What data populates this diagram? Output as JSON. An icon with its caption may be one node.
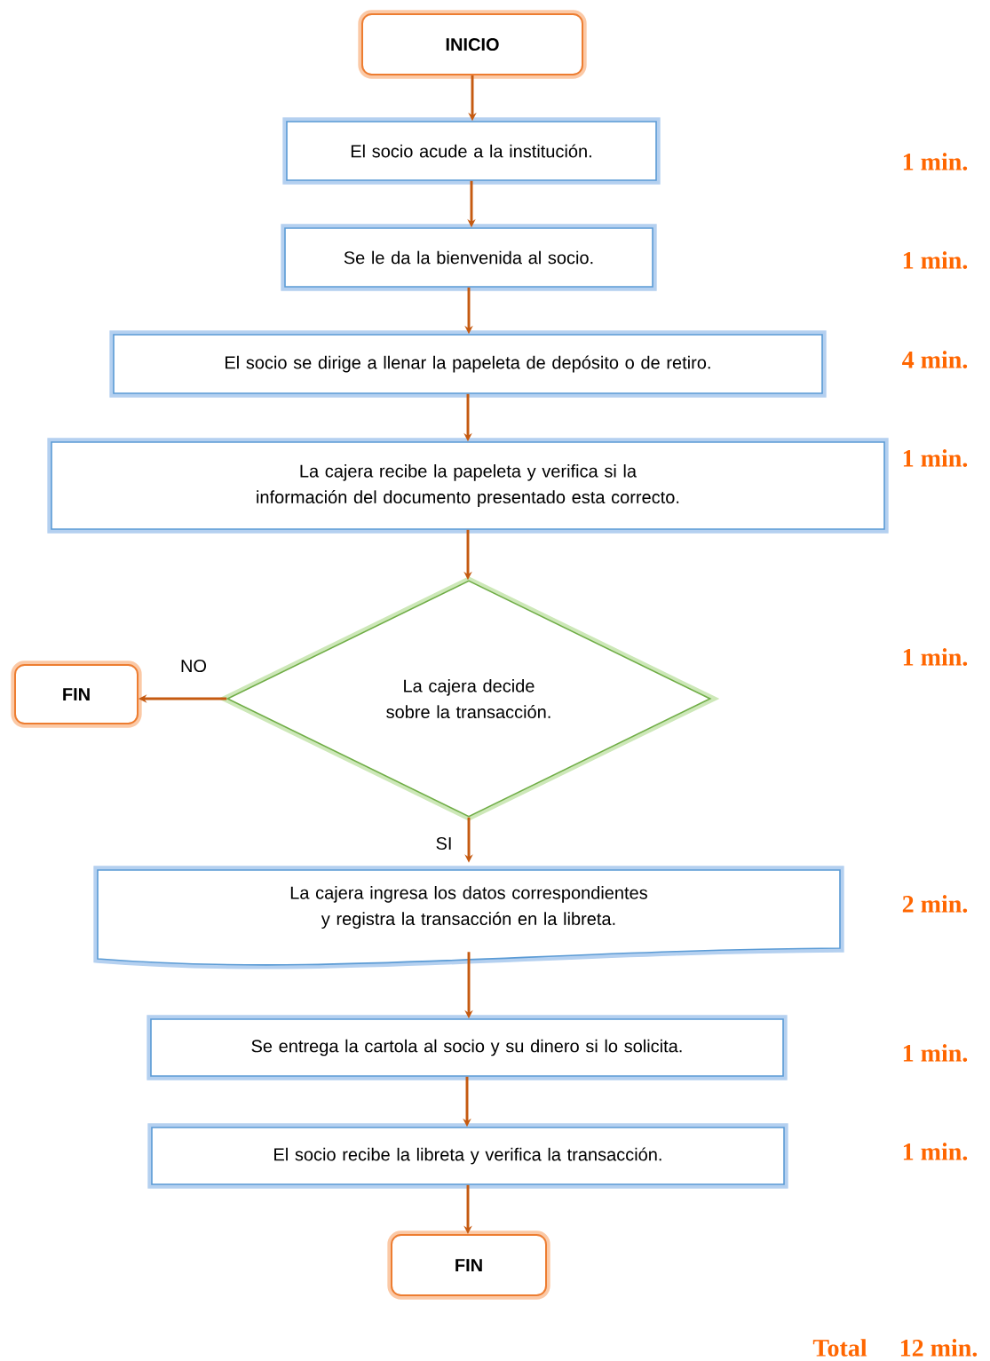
{
  "diagram": {
    "nodes": [
      {
        "text": [
          "INICIO"
        ]
      },
      {
        "text": [
          "El socio acude a la institución."
        ]
      },
      {
        "text": [
          "Se le da la bienvenida al socio."
        ]
      },
      {
        "text": [
          "El socio se dirige a llenar la papeleta de depósito o de retiro."
        ]
      },
      {
        "text": [
          "La cajera recibe la papeleta y verifica si la información del documento presentado esta correcto."
        ]
      },
      {
        "text": [
          "La cajera decide sobre la transacción."
        ]
      },
      {
        "text": [
          "FIN"
        ]
      },
      {
        "text": [
          "La cajera ingresa los datos correspondientes y registra la transacción en la libreta."
        ]
      },
      {
        "text": [
          "Se entrega la cartola al socio y su dinero si lo solicita."
        ]
      },
      {
        "text": [
          "El socio recibe la libreta y verifica la transacción."
        ]
      },
      {
        "text": [
          "FIN"
        ]
      }
    ],
    "edges": [
      {
        "from": 0,
        "to": 1,
        "arrow": "to"
      },
      {
        "from": 1,
        "to": 2,
        "arrow": "to"
      },
      {
        "from": 2,
        "to": 3,
        "arrow": "to"
      },
      {
        "from": 3,
        "to": 4,
        "arrow": "to"
      },
      {
        "from": 4,
        "to": 5,
        "arrow": "to"
      },
      {
        "from": 5,
        "to": 6,
        "arrow": "to",
        "label": "NO"
      },
      {
        "from": 5,
        "to": 7,
        "arrow": "to",
        "label": "SI"
      },
      {
        "from": 7,
        "to": 8,
        "arrow": "to"
      },
      {
        "from": 8,
        "to": 9,
        "arrow": "to"
      },
      {
        "from": 9,
        "to": 10,
        "arrow": "to"
      }
    ],
    "labels": [
      "1 min.",
      "1 min.",
      "4 min.",
      "1 min.",
      "1 min.",
      "2 min.",
      "1 min.",
      "1 min.",
      "Total",
      "12 min."
    ]
  }
}
